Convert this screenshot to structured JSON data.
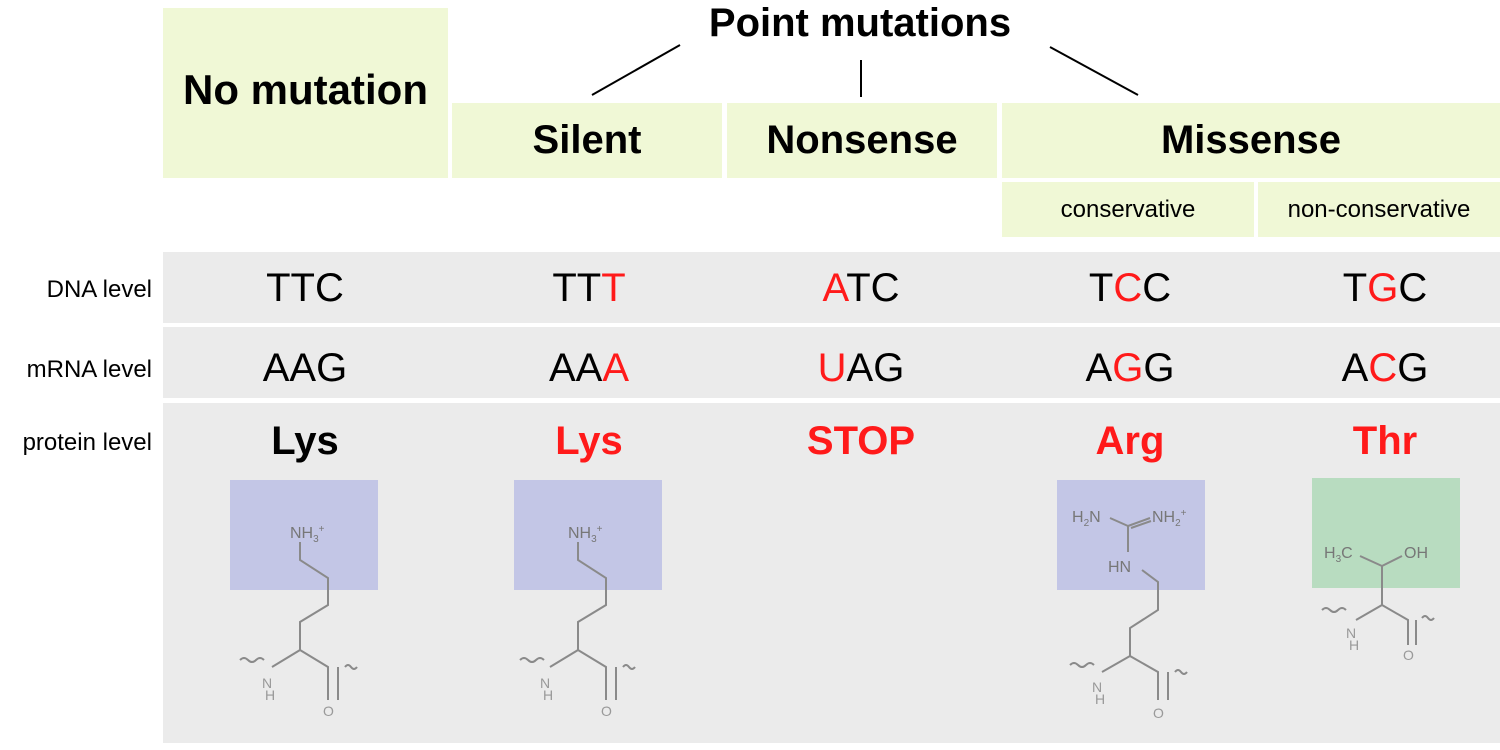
{
  "header": {
    "no_mutation": "No mutation",
    "point_mutations": "Point mutations",
    "silent": "Silent",
    "nonsense": "Nonsense",
    "missense": "Missense",
    "conservative": "conservative",
    "non_conservative": "non-conservative"
  },
  "row_labels": {
    "dna": "DNA level",
    "mrna": "mRNA level",
    "protein": "protein level"
  },
  "columns": [
    {
      "id": "none",
      "dna": [
        {
          "t": "TTC",
          "mut": false
        }
      ],
      "mrna": [
        {
          "t": "AAG",
          "mut": false
        }
      ],
      "protein": "Lys",
      "protein_color": "#000000"
    },
    {
      "id": "silent",
      "dna": [
        {
          "t": "TT",
          "mut": false
        },
        {
          "t": "T",
          "mut": true
        }
      ],
      "mrna": [
        {
          "t": "AA",
          "mut": false
        },
        {
          "t": "A",
          "mut": true
        }
      ],
      "protein": "Lys",
      "protein_color": "#ff1a1a"
    },
    {
      "id": "nonsense",
      "dna": [
        {
          "t": "A",
          "mut": true
        },
        {
          "t": "TC",
          "mut": false
        }
      ],
      "mrna": [
        {
          "t": "U",
          "mut": true
        },
        {
          "t": "AG",
          "mut": false
        }
      ],
      "protein": "STOP",
      "protein_color": "#ff1a1a"
    },
    {
      "id": "conservative",
      "dna": [
        {
          "t": "T",
          "mut": false
        },
        {
          "t": "C",
          "mut": true
        },
        {
          "t": "C",
          "mut": false
        }
      ],
      "mrna": [
        {
          "t": "A",
          "mut": false
        },
        {
          "t": "G",
          "mut": true
        },
        {
          "t": "G",
          "mut": false
        }
      ],
      "protein": "Arg",
      "protein_color": "#ff1a1a"
    },
    {
      "id": "non-conservative",
      "dna": [
        {
          "t": "T",
          "mut": false
        },
        {
          "t": "G",
          "mut": true
        },
        {
          "t": "C",
          "mut": false
        }
      ],
      "mrna": [
        {
          "t": "A",
          "mut": false
        },
        {
          "t": "C",
          "mut": true
        },
        {
          "t": "G",
          "mut": false
        }
      ],
      "protein": "Thr",
      "protein_color": "#ff1a1a"
    }
  ],
  "structures": {
    "lys_amine": "NH3+",
    "arg_h2n": "H2N",
    "arg_nh2plus": "NH2+",
    "arg_hn": "HN",
    "thr_h3c": "H3C",
    "thr_oh": "OH",
    "backbone_nh": "NH",
    "backbone_o": "O"
  },
  "colors": {
    "header_box": "#f0f8d6",
    "band": "#ebebeb",
    "mutation": "#ff1a1a",
    "sidechain_box_basic": "#c3c6e6",
    "sidechain_box_polar": "#b8dcc0",
    "structure_line": "#8a8a8a"
  }
}
